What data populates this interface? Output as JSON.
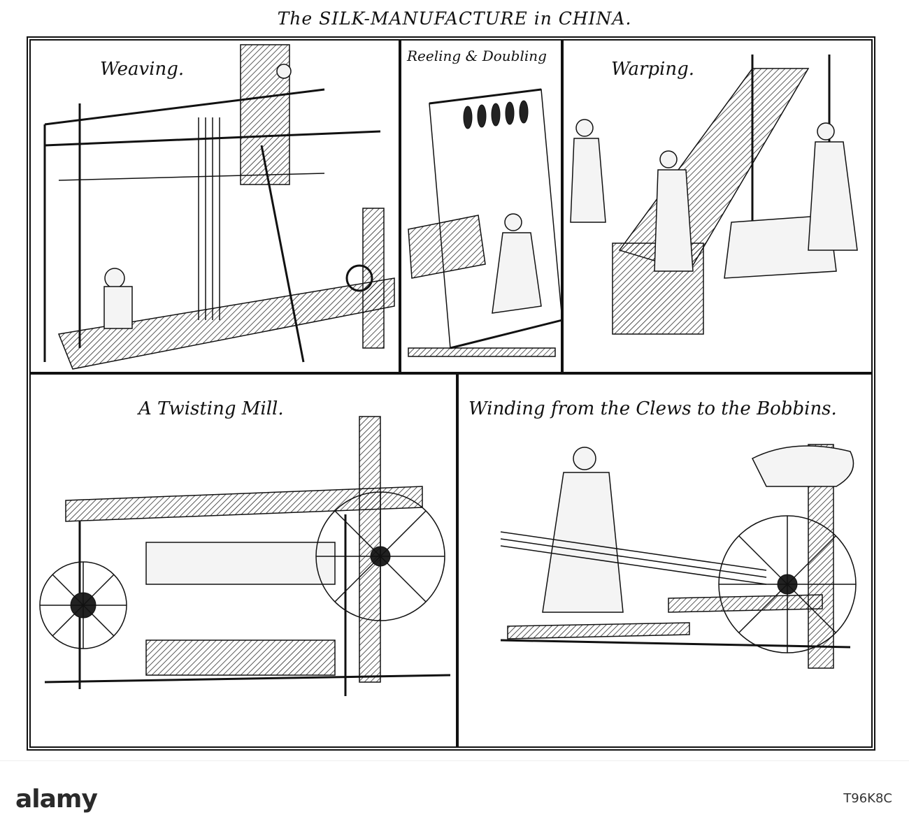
{
  "plate_title": "The SILK-MANUFACTURE in CHINA.",
  "panels": {
    "weaving": "Weaving.",
    "reeling": "Reeling & Doubling",
    "warping": "Warping.",
    "twisting": "A Twisting Mill.",
    "winding": "Winding from the Clews to the Bobbins."
  },
  "watermark": {
    "logo": "alamy",
    "image_code": "T96K8C"
  }
}
